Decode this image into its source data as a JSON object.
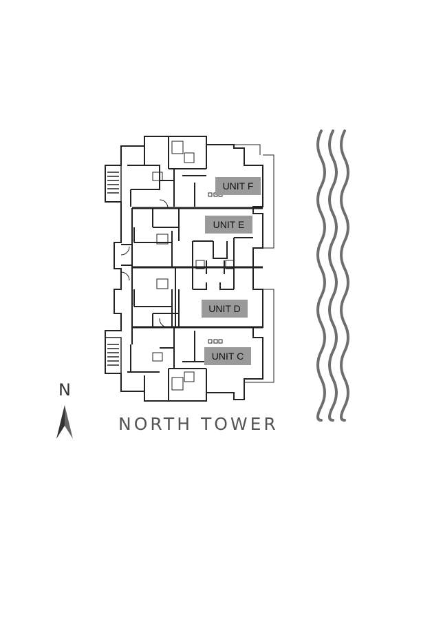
{
  "units": [
    {
      "id": "unit-f",
      "label": "UNIT F"
    },
    {
      "id": "unit-e",
      "label": "UNIT E"
    },
    {
      "id": "unit-d",
      "label": "UNIT D"
    },
    {
      "id": "unit-c",
      "label": "UNIT C"
    }
  ],
  "compass": {
    "letter": "N"
  },
  "caption": "NORTH TOWER",
  "colors": {
    "walls": "#222222",
    "label_bg": "#9a9a9a",
    "water": "#6e6e6e",
    "caption": "#555555"
  },
  "icons": {
    "compass": "north-arrow-icon",
    "water": "wave-lines-icon"
  }
}
